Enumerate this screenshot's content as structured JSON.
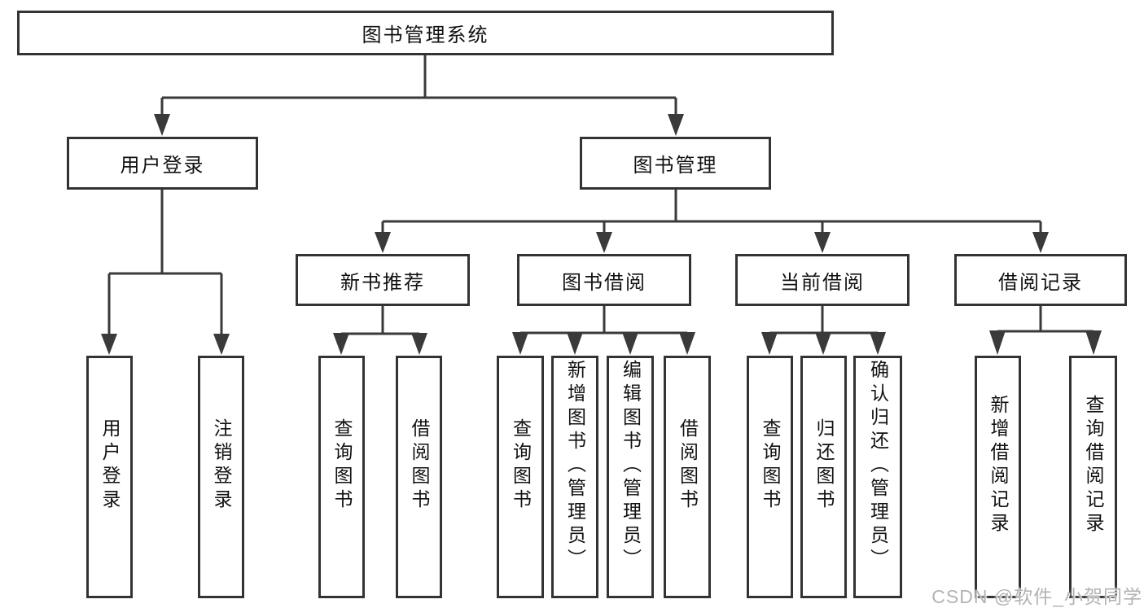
{
  "diagram": {
    "root_label": "图书管理系统",
    "user_login": {
      "label": "用户登录",
      "children": [
        "用户登录",
        "注销登录"
      ]
    },
    "book_management": {
      "label": "图书管理"
    },
    "new_book_recommend": {
      "label": "新书推荐",
      "children": [
        "查询图书",
        "借阅图书"
      ]
    },
    "book_borrowing": {
      "label": "图书借阅",
      "children": [
        "查询图书",
        "新增图书（管理员）",
        "编辑图书（管理员）",
        "借阅图书"
      ]
    },
    "current_borrowing": {
      "label": "当前借阅",
      "children": [
        "查询图书",
        "归还图书",
        "确认归还（管理员）"
      ]
    },
    "borrowing_records": {
      "label": "借阅记录",
      "children": [
        "新增借阅记录",
        "查询借阅记录"
      ]
    }
  },
  "watermark": {
    "text": "CSDN @软件_小贺同学"
  },
  "colors": {
    "line": "#3a3a3a",
    "border": "#333333",
    "text": "#111111",
    "watermark": "#b3b3b3",
    "background": "#ffffff"
  }
}
